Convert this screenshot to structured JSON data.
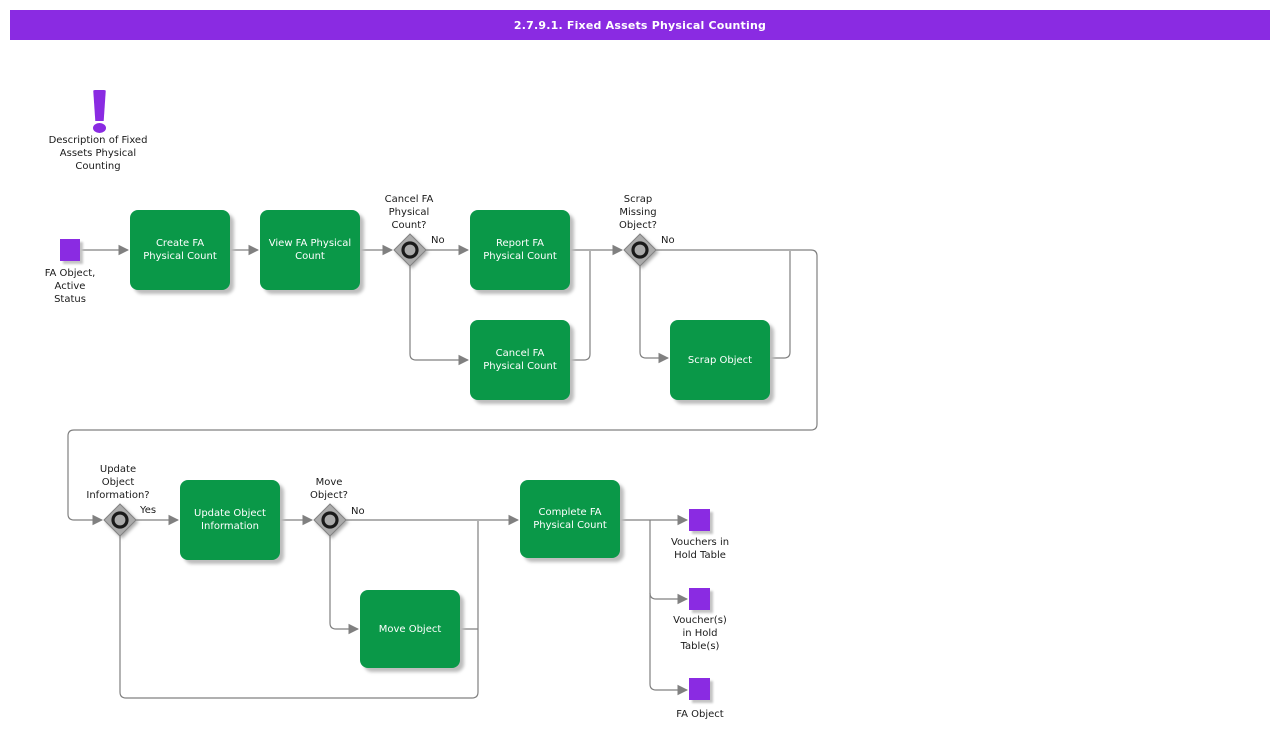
{
  "title": "2.7.9.1. Fixed Assets Physical Counting",
  "colors": {
    "accent_purple": "#8a2be2",
    "process_green": "#0a9848",
    "connector_gray": "#808080",
    "diamond_gray": "#ababab"
  },
  "description": {
    "label": "Description of Fixed\nAssets Physical\nCounting"
  },
  "nodes": {
    "start": {
      "label": "FA Object,\nActive\nStatus"
    },
    "create": {
      "label": "Create FA\nPhysical Count"
    },
    "view": {
      "label": "View FA Physical\nCount"
    },
    "report": {
      "label": "Report FA\nPhysical Count"
    },
    "cancel": {
      "label": "Cancel FA\nPhysical Count"
    },
    "scrap": {
      "label": "Scrap Object"
    },
    "update": {
      "label": "Update Object\nInformation"
    },
    "move": {
      "label": "Move Object"
    },
    "complete": {
      "label": "Complete FA\nPhysical Count"
    },
    "out1": {
      "label": "Vouchers in\nHold Table"
    },
    "out2": {
      "label": "Voucher(s)\nin Hold\nTable(s)"
    },
    "out3": {
      "label": "FA Object"
    }
  },
  "decisions": {
    "d1": {
      "question": "Cancel FA\nPhysical\nCount?",
      "branch": "No"
    },
    "d2": {
      "question": "Scrap\nMissing\nObject?",
      "branch": "No"
    },
    "d3": {
      "question": "Update\nObject\nInformation?",
      "branch": "Yes"
    },
    "d4": {
      "question": "Move\nObject?",
      "branch": "No"
    }
  }
}
